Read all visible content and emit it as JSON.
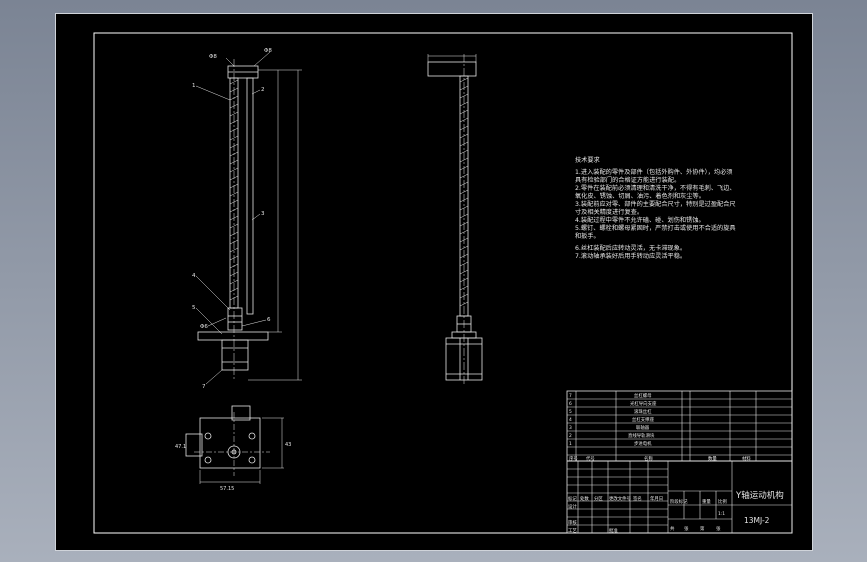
{
  "title_block": {
    "drawing_title": "Y轴运动机构",
    "drawing_number": "13MJ-2",
    "bom_headers": [
      "序号",
      "代号",
      "名称",
      "数量",
      "材料"
    ],
    "bom_rows": [
      {
        "no": "7",
        "name": "丝杠螺母"
      },
      {
        "no": "6",
        "name": "光杠导向支座"
      },
      {
        "no": "5",
        "name": "滚珠丝杠"
      },
      {
        "no": "4",
        "name": "丝杠支撑座"
      },
      {
        "no": "3",
        "name": "联轴器"
      },
      {
        "no": "2",
        "name": "直线导轨滑块"
      },
      {
        "no": "1",
        "name": "步进电机"
      }
    ],
    "sign_labels": [
      "标记",
      "处数",
      "分区",
      "更改文件号",
      "签名",
      "年月日"
    ],
    "stage_labels": [
      "阶段标记",
      "重量",
      "比例"
    ],
    "scale": "1:1",
    "sheet_labels": [
      "共",
      "张",
      "第",
      "张"
    ],
    "role_labels": [
      "设计",
      "审核",
      "工艺",
      "批准"
    ]
  },
  "notes": {
    "heading": "技术要求",
    "lines": [
      "1.进入装配的零件及部件（包括外购件、外协件），均必须",
      "具有检验部门的合格证方能进行装配。",
      "2.零件在装配前必须清理和清洗干净，不得有毛刺、飞边、",
      "氧化皮、锈蚀、切屑、油污、着色剂和灰尘等。",
      "3.装配前应对零、部件的主要配合尺寸，特别是过盈配合尺",
      "寸及相关精度进行复查。",
      "4.装配过程中零件不允许磕、碰、划伤和锈蚀。",
      "5.螺钉、螺栓和螺母紧固时，严禁打击或使用不合适的旋具",
      "和扳手。",
      "6.丝杠装配后应转动灵活，无卡滞现象。",
      "7.滚动轴承装好后用手转动应灵活平稳。"
    ]
  },
  "dimensions": {
    "front_top": [
      "Φ8",
      "Φ8"
    ],
    "front_bottom": "Φ6",
    "flange_width": "57.15",
    "side_labels": [
      "43",
      "47.1"
    ]
  },
  "callouts": [
    "1",
    "2",
    "3",
    "4",
    "5",
    "6",
    "7"
  ],
  "colors": {
    "lines": "#e6e6e6",
    "background": "#000000",
    "frame": "#ffffff"
  }
}
